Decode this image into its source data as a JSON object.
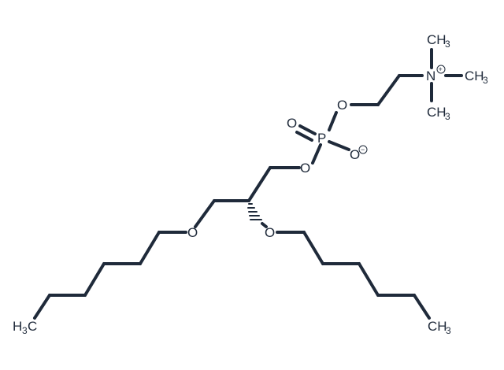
{
  "molecule": {
    "atoms": {
      "ch3_top": {
        "el": "CH",
        "sub": "3"
      },
      "n_plus": {
        "el": "N",
        "charge": "+"
      },
      "ch3_right": {
        "el": "CH",
        "sub": "3"
      },
      "ch3_bottom": {
        "el": "CH",
        "sub": "3"
      },
      "o_choline": {
        "el": "O"
      },
      "p": {
        "el": "P"
      },
      "o_double": {
        "el": "O"
      },
      "o_minus": {
        "el": "O",
        "charge": "−"
      },
      "o_glycerol": {
        "el": "O"
      },
      "o_chain_left": {
        "el": "O"
      },
      "o_chain_right": {
        "el": "O"
      },
      "h3c_left": {
        "el": "H",
        "sub": "3",
        "el2": "C"
      },
      "ch3_right_end": {
        "el": "CH",
        "sub": "3"
      }
    }
  },
  "colors": {
    "bond": "#1f2a3a",
    "background": "#ffffff"
  }
}
